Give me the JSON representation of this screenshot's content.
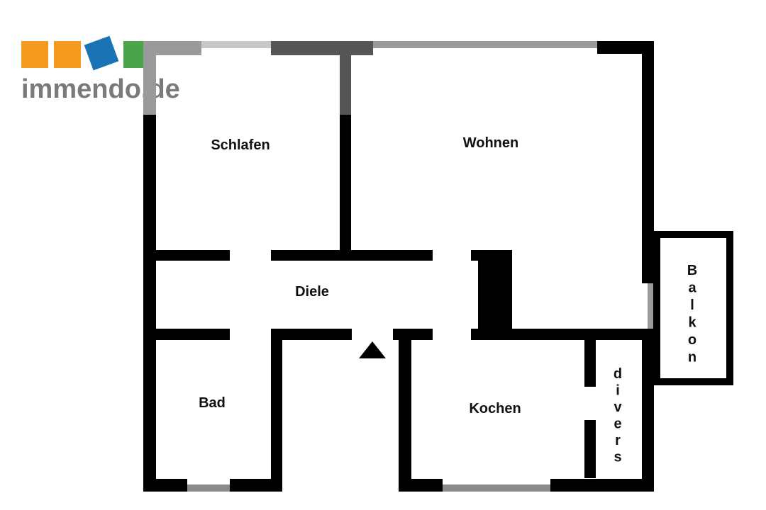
{
  "logo": {
    "text": "immendo.de",
    "square_colors": [
      "#f39a1f",
      "#f39a1f",
      "#1a73b5",
      "#4aa54a"
    ]
  },
  "rooms": {
    "schlafen": "Schlafen",
    "wohnen": "Wohnen",
    "diele": "Diele",
    "bad": "Bad",
    "kochen": "Kochen",
    "balkon": "Balkon",
    "divers": "divers"
  },
  "colors": {
    "wall": "#000000",
    "window": "#9a9a9a",
    "window_light": "#c8c8c8",
    "window_dark": "#555555"
  },
  "entrance_marker": "entrance-arrow"
}
